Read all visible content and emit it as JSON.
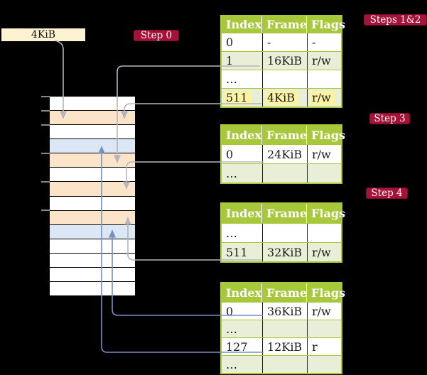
{
  "colors": {
    "background": "#000000",
    "box_bg": "#fdf2d2",
    "row_white": "#ffffff",
    "row_orange": "#fce4c9",
    "row_blue": "#dbe7f5",
    "row_border": "#000000",
    "tick_gray": "#8a8a8a",
    "table_header_bg": "#a6c83a",
    "table_header_text": "#ffffff",
    "table_border": "#a6c83a",
    "table_row_alt": "#e9efd7",
    "table_text": "#1a1a1a",
    "highlight_yellow": "#fbf3a2",
    "badge_bg": "#a51338",
    "badge_border": "#7d0b29",
    "badge_text": "#ffffff",
    "arrow_gray": "#b5b5bd",
    "arrow_blue": "#7590c3"
  },
  "free_frame_box": {
    "label": "4KiB"
  },
  "badges": [
    {
      "label": "Step 0"
    },
    {
      "label": "Steps 1&2"
    },
    {
      "label": "Step 3"
    },
    {
      "label": "Step 4"
    }
  ],
  "memory_column": {
    "rows": [
      "white",
      "orange",
      "white",
      "blue",
      "orange",
      "white",
      "orange",
      "white",
      "orange",
      "blue",
      "white",
      "white",
      "white",
      "white"
    ],
    "tick_row_indices": [
      0,
      1,
      2,
      4,
      6,
      8
    ]
  },
  "tables": [
    {
      "name": "page-table-steps-1-2",
      "headers": [
        "Index",
        "Frame",
        "Flags"
      ],
      "rows": [
        {
          "cells": [
            "0",
            "-",
            "-"
          ],
          "shaded": false,
          "highlight": false
        },
        {
          "cells": [
            "1",
            "16KiB",
            "r/w"
          ],
          "shaded": true,
          "highlight": false
        },
        {
          "cells": [
            "…",
            "",
            ""
          ],
          "shaded": false,
          "highlight": false
        },
        {
          "cells": [
            "511",
            "4KiB",
            "r/w"
          ],
          "shaded": true,
          "highlight": true
        }
      ]
    },
    {
      "name": "page-table-step-3",
      "headers": [
        "Index",
        "Frame",
        "Flags"
      ],
      "rows": [
        {
          "cells": [
            "0",
            "24KiB",
            "r/w"
          ],
          "shaded": false,
          "highlight": false
        },
        {
          "cells": [
            "…",
            "",
            ""
          ],
          "shaded": true,
          "highlight": false
        }
      ]
    },
    {
      "name": "page-table-step-4",
      "headers": [
        "Index",
        "Frame",
        "Flags"
      ],
      "rows": [
        {
          "cells": [
            "…",
            "",
            ""
          ],
          "shaded": false,
          "highlight": false
        },
        {
          "cells": [
            "511",
            "32KiB",
            "r/w"
          ],
          "shaded": true,
          "highlight": false
        }
      ]
    },
    {
      "name": "page-table-final",
      "headers": [
        "Index",
        "Frame",
        "Flags"
      ],
      "rows": [
        {
          "cells": [
            "0",
            "36KiB",
            "r/w"
          ],
          "shaded": false,
          "highlight": false
        },
        {
          "cells": [
            "…",
            "",
            ""
          ],
          "shaded": true,
          "highlight": false
        },
        {
          "cells": [
            "127",
            "12KiB",
            "r"
          ],
          "shaded": false,
          "highlight": false
        },
        {
          "cells": [
            "…",
            "",
            ""
          ],
          "shaded": true,
          "highlight": false
        }
      ]
    }
  ]
}
